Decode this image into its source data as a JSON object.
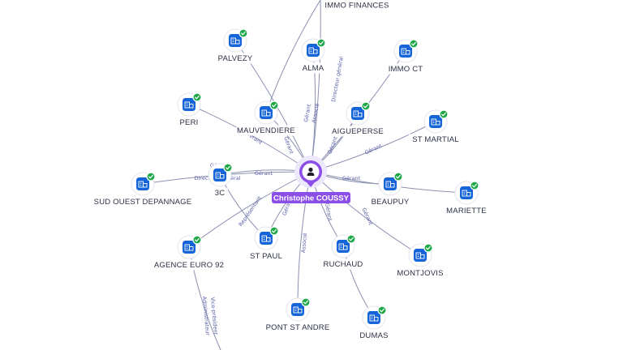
{
  "center": {
    "name": "Christophe COUSSY",
    "icon": "person-icon",
    "accent": "#8b4ee6"
  },
  "companies": [
    {
      "name": "IMMO FINANCES",
      "icon": "building-icon",
      "verified": true,
      "partial": true
    },
    {
      "name": "PALVEZY",
      "icon": "building-icon",
      "verified": true
    },
    {
      "name": "ALMA",
      "icon": "building-icon",
      "verified": true
    },
    {
      "name": "IMMO CT",
      "icon": "building-icon",
      "verified": true
    },
    {
      "name": "PERI",
      "icon": "building-icon",
      "verified": true
    },
    {
      "name": "MAUVENDIERE",
      "icon": "building-icon",
      "verified": true
    },
    {
      "name": "AIGUEPERSE",
      "icon": "building-icon",
      "verified": true
    },
    {
      "name": "ST MARTIAL",
      "icon": "building-icon",
      "verified": true
    },
    {
      "name": "3C",
      "icon": "building-icon",
      "verified": true
    },
    {
      "name": "SUD OUEST DEPANNAGE",
      "icon": "building-icon",
      "verified": true
    },
    {
      "name": "BEAUPUY",
      "icon": "building-icon",
      "verified": true
    },
    {
      "name": "MARIETTE",
      "icon": "building-icon",
      "verified": true
    },
    {
      "name": "AGENCE EURO 92",
      "icon": "building-icon",
      "verified": true
    },
    {
      "name": "ST PAUL",
      "icon": "building-icon",
      "verified": true
    },
    {
      "name": "RUCHAUD",
      "icon": "building-icon",
      "verified": true
    },
    {
      "name": "MONTJOVIS",
      "icon": "building-icon",
      "verified": true
    },
    {
      "name": "PONT ST ANDRE",
      "icon": "building-icon",
      "verified": true
    },
    {
      "name": "DUMAS",
      "icon": "building-icon",
      "verified": true
    }
  ],
  "edge_labels": [
    "Directeur général",
    "Gérant",
    "Associé",
    "Gérant",
    "Gérant",
    "Gérant",
    "Gérant",
    "Gérant",
    "Gérant",
    "Gérant",
    "Directeur général",
    "Représentant",
    "Gérant",
    "Gérant",
    "Associé",
    "Gérant",
    "Vice-président",
    "Administrateur"
  ],
  "colors": {
    "node_box": "#1565d8",
    "badge": "#1fa84a",
    "edge": "#8a90b0",
    "edge_label": "#5a60a8"
  }
}
